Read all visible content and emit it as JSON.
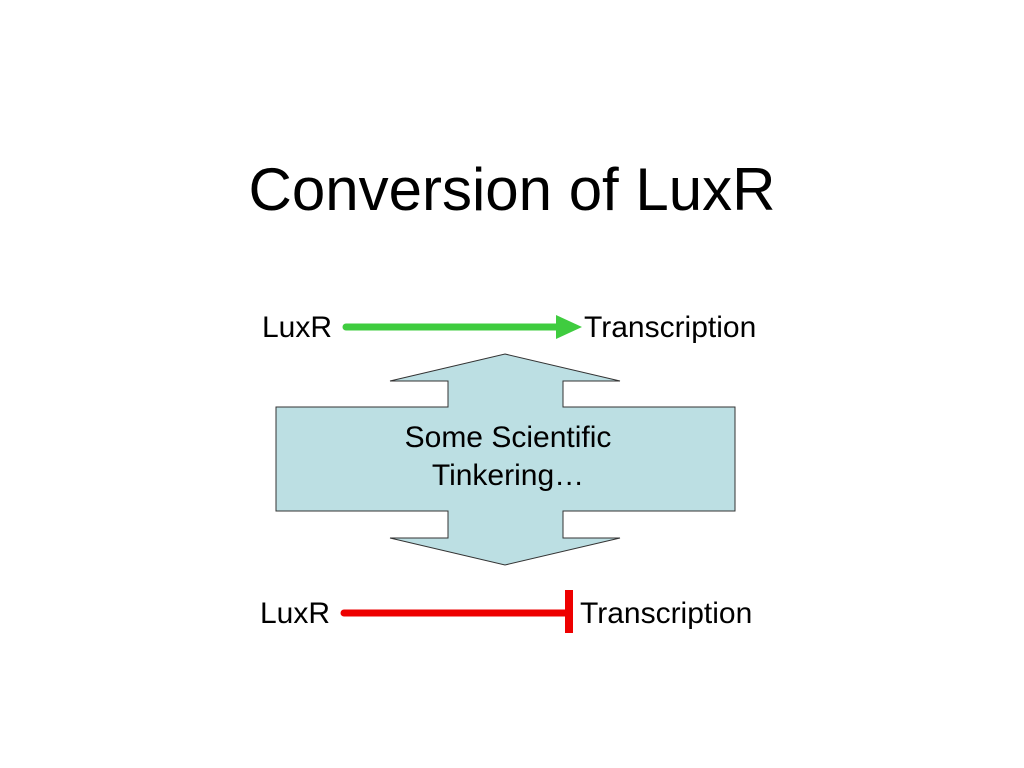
{
  "slide": {
    "title": "Conversion of LuxR"
  },
  "activation": {
    "source": "LuxR",
    "target": "Transcription",
    "color": "#3fcc3f"
  },
  "repression": {
    "source": "LuxR",
    "target": "Transcription",
    "color": "#ee0000"
  },
  "process": {
    "line1": "Some Scientific",
    "line2": "Tinkering…",
    "fill": "#bcdfe3"
  }
}
